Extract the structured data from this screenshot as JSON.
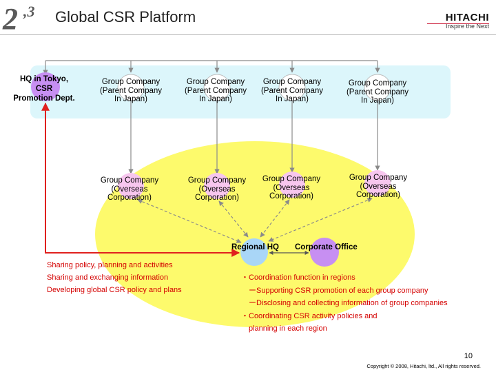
{
  "header": {
    "section_number": "2",
    "section_sub": ",3",
    "title": "Global CSR Platform",
    "logo_text": "HITACHI",
    "logo_tagline": "Inspire the Next"
  },
  "diagram": {
    "hq_label": [
      "HQ in Tokyo,",
      "CSR",
      "Promotion Dept."
    ],
    "parent_companies": [
      [
        "Group Company",
        "(Parent Company",
        "In Japan)"
      ],
      [
        "Group Company",
        "(Parent Company",
        "In Japan)"
      ],
      [
        "Group Company",
        "(Parent Company",
        "In Japan)"
      ],
      [
        "Group Company",
        "(Parent Company",
        "In Japan)"
      ]
    ],
    "overseas_companies": [
      [
        "Group Company",
        "(Overseas",
        "Corporation)"
      ],
      [
        "Group Company",
        "(Overseas",
        "Corporation)"
      ],
      [
        "Group Company",
        "(Overseas",
        "Corporation)"
      ],
      [
        "Group Company",
        "(Overseas",
        "Corporation)"
      ]
    ],
    "regional_hq": "Regional HQ",
    "corporate_office": "Corporate Office",
    "hq_roles": [
      "Sharing policy, planning and activities",
      "Sharing and exchanging information",
      "Developing global CSR policy and plans"
    ],
    "regional_roles": [
      "・Coordination function in regions",
      "　ーSupporting CSR promotion of each group company",
      "　ーDisclosing and collecting information of group companies",
      "・Coordinating CSR activity policies and",
      "　planning in each region"
    ],
    "colors": {
      "band": "#dcf6fb",
      "ellipse": "#fdfa6c",
      "hq_circle": "#c78ff2",
      "parent_circle": "#ffffff",
      "overseas_circle": "#f7c6ee",
      "regional_circle": "#a9d6f7",
      "corporate_circle": "#c78ff2",
      "accent_red": "#e0201e"
    }
  },
  "footer": {
    "page_number": "10",
    "copyright": "Copyright © 2008, Hitachi, ltd., All rights reserved."
  }
}
